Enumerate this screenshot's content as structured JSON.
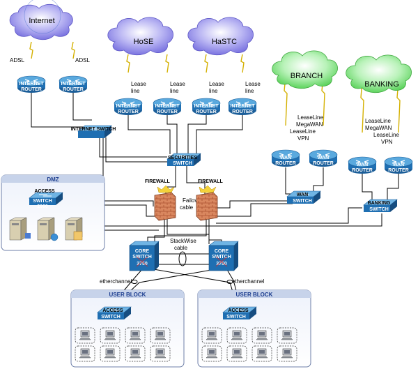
{
  "clouds": {
    "internet": "Internet",
    "hose": "HoSE",
    "hastc": "HaSTC",
    "branch": "BRANCH",
    "banking": "BANKING"
  },
  "links": {
    "adsl": "ADSL",
    "lease": "Lease",
    "line": "line",
    "leaseline": "LeaseLine",
    "megawan": "MegaWAN",
    "vpn": "VPN",
    "failover": "Failover",
    "cable": "cable",
    "stackwise": "StackWise",
    "etherchannel": "etherchannel"
  },
  "devices": {
    "internet_router": [
      "INTERNET",
      "ROUTER"
    ],
    "internet_switch": "INTERNET SWITCH",
    "securities_switch": [
      "SECURITIES",
      "SWITCH"
    ],
    "wan_router": [
      "WAN",
      "ROUTER"
    ],
    "wan_switch": [
      "WAN",
      "SWITCH"
    ],
    "banking_switch": [
      "BANKING",
      "SWITCH"
    ],
    "access_switch": [
      "ACCESS",
      "SWITCH"
    ],
    "access_model": "2960",
    "core_switch": [
      "CORE",
      "SWITCH"
    ],
    "core_model": "3750",
    "firewall": "FIREWALL"
  },
  "blocks": {
    "dmz": "DMZ",
    "user_block": "USER BLOCK"
  },
  "colors": {
    "device_blue": "#1f6fb2",
    "device_top": "#5aa9de",
    "block_border": "#6e7fa8",
    "block_header": "#c7d3ea",
    "cloud_blue": "#8a86e8",
    "cloud_green": "#7fe07f",
    "firewall": "#d4805a"
  }
}
